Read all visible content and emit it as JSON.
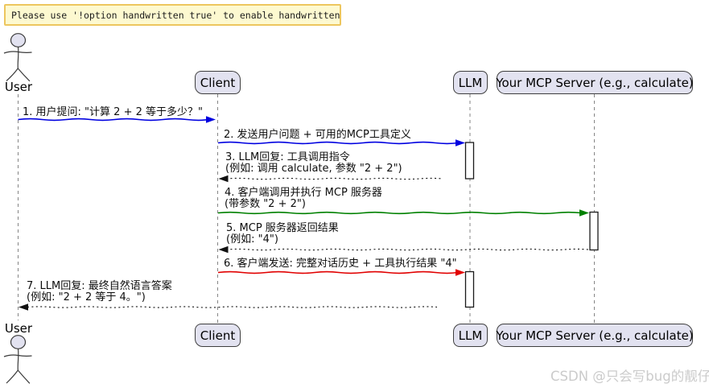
{
  "note": {
    "text": "Please use '!option handwritten true' to enable handwritten"
  },
  "participants": {
    "user": {
      "label": "User",
      "type": "actor"
    },
    "client": {
      "label": "Client",
      "type": "participant"
    },
    "llm": {
      "label": "LLM",
      "type": "participant"
    },
    "mcp": {
      "label": "Your MCP Server (e.g., calculate)",
      "type": "participant"
    }
  },
  "messages": [
    {
      "seq": "1",
      "from": "user",
      "to": "client",
      "style": "solid",
      "color": "#0000E0",
      "line1": "1. 用户提问: \"计算 2 + 2 等于多少？\"",
      "line2": ""
    },
    {
      "seq": "2",
      "from": "client",
      "to": "llm",
      "style": "solid",
      "color": "#0000E0",
      "line1": "2. 发送用户问题 + 可用的MCP工具定义",
      "line2": ""
    },
    {
      "seq": "3",
      "from": "llm",
      "to": "client",
      "style": "dotted",
      "color": "#111111",
      "line1": "3. LLM回复: 工具调用指令",
      "line2": "(例如: 调用 calculate, 参数 \"2 + 2\")"
    },
    {
      "seq": "4",
      "from": "client",
      "to": "mcp",
      "style": "solid",
      "color": "#008000",
      "line1": "4. 客户端调用并执行 MCP 服务器",
      "line2": "(带参数 \"2 + 2\")"
    },
    {
      "seq": "5",
      "from": "mcp",
      "to": "client",
      "style": "dotted",
      "color": "#111111",
      "line1": "5. MCP 服务器返回结果",
      "line2": "(例如: \"4\")"
    },
    {
      "seq": "6",
      "from": "client",
      "to": "llm",
      "style": "solid",
      "color": "#E10000",
      "line1": "6. 客户端发送: 完整对话历史 + 工具执行结果 \"4\"",
      "line2": ""
    },
    {
      "seq": "7",
      "from": "llm",
      "to": "user",
      "style": "dotted",
      "color": "#111111",
      "line1": "7. LLM回复: 最终自然语言答案",
      "line2": "(例如: \"2 + 2 等于 4。\")"
    }
  ],
  "watermark": "CSDN @只会写bug的靓仔",
  "colors": {
    "participant_fill": "#E2E2F0",
    "participant_border": "#3F3F3F",
    "note_fill": "#FDF9D0",
    "note_border": "#EDC65E",
    "arrow_blue": "#0000E0",
    "arrow_green": "#008000",
    "arrow_red": "#E10000",
    "return_arrow": "#111111",
    "lifeline": "#858585",
    "watermark_text": "#CBCBCB"
  }
}
